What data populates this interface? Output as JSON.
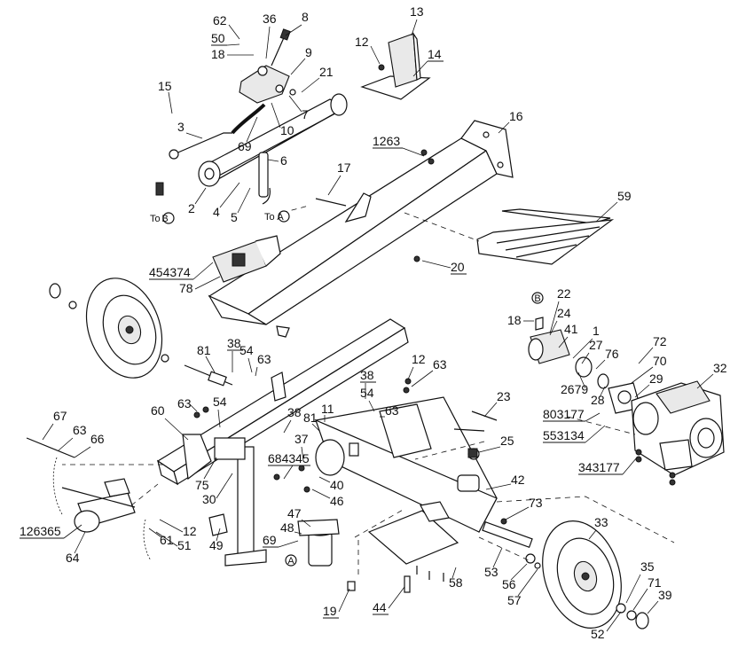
{
  "callouts": [
    {
      "id": "c62",
      "text": "62"
    },
    {
      "id": "c36",
      "text": "36"
    },
    {
      "id": "c8",
      "text": "8"
    },
    {
      "id": "c13",
      "text": "13"
    },
    {
      "id": "c50",
      "text": "50"
    },
    {
      "id": "c18a",
      "text": "18"
    },
    {
      "id": "c12a",
      "text": "12"
    },
    {
      "id": "c9",
      "text": "9"
    },
    {
      "id": "c14",
      "text": "14"
    },
    {
      "id": "c15",
      "text": "15"
    },
    {
      "id": "c21",
      "text": "21"
    },
    {
      "id": "c7",
      "text": "7"
    },
    {
      "id": "c3",
      "text": "3"
    },
    {
      "id": "c10",
      "text": "10"
    },
    {
      "id": "c16",
      "text": "16"
    },
    {
      "id": "c69a",
      "text": "69"
    },
    {
      "id": "c1263a",
      "text": "1263"
    },
    {
      "id": "c6",
      "text": "6"
    },
    {
      "id": "c17",
      "text": "17"
    },
    {
      "id": "c2",
      "text": "2"
    },
    {
      "id": "c4",
      "text": "4"
    },
    {
      "id": "c5",
      "text": "5"
    },
    {
      "id": "c59",
      "text": "59"
    },
    {
      "id": "c454374",
      "text": "454374"
    },
    {
      "id": "c20",
      "text": "20"
    },
    {
      "id": "c78",
      "text": "78"
    },
    {
      "id": "c22",
      "text": "22"
    },
    {
      "id": "c18b",
      "text": "18"
    },
    {
      "id": "c24",
      "text": "24"
    },
    {
      "id": "c1",
      "text": "1"
    },
    {
      "id": "c41",
      "text": "41"
    },
    {
      "id": "c72",
      "text": "72"
    },
    {
      "id": "c27",
      "text": "27"
    },
    {
      "id": "c76",
      "text": "76"
    },
    {
      "id": "c32",
      "text": "32"
    },
    {
      "id": "c81a",
      "text": "81"
    },
    {
      "id": "c38a",
      "text": "38"
    },
    {
      "id": "c54a",
      "text": "54"
    },
    {
      "id": "c63a",
      "text": "63"
    },
    {
      "id": "c70",
      "text": "70"
    },
    {
      "id": "c12b",
      "text": "12"
    },
    {
      "id": "c63b",
      "text": "63"
    },
    {
      "id": "c2679",
      "text": "2679"
    },
    {
      "id": "c28",
      "text": "28"
    },
    {
      "id": "c29",
      "text": "29"
    },
    {
      "id": "c38b",
      "text": "38"
    },
    {
      "id": "c54b",
      "text": "54"
    },
    {
      "id": "c63c",
      "text": "63"
    },
    {
      "id": "c23",
      "text": "23"
    },
    {
      "id": "c803177",
      "text": "803177"
    },
    {
      "id": "c553134",
      "text": "553134"
    },
    {
      "id": "c38c",
      "text": "38"
    },
    {
      "id": "c81b",
      "text": "81"
    },
    {
      "id": "c11",
      "text": "11"
    },
    {
      "id": "c60",
      "text": "60"
    },
    {
      "id": "c63d",
      "text": "63"
    },
    {
      "id": "c54c",
      "text": "54"
    },
    {
      "id": "c67",
      "text": "67"
    },
    {
      "id": "c63e",
      "text": "63"
    },
    {
      "id": "c37",
      "text": "37"
    },
    {
      "id": "c25",
      "text": "25"
    },
    {
      "id": "c66",
      "text": "66"
    },
    {
      "id": "c343177",
      "text": "343177"
    },
    {
      "id": "c684345",
      "text": "684345"
    },
    {
      "id": "c75",
      "text": "75"
    },
    {
      "id": "c40",
      "text": "40"
    },
    {
      "id": "c42",
      "text": "42"
    },
    {
      "id": "c30",
      "text": "30"
    },
    {
      "id": "c46",
      "text": "46"
    },
    {
      "id": "c73",
      "text": "73"
    },
    {
      "id": "c126365",
      "text": "126365"
    },
    {
      "id": "c47",
      "text": "47"
    },
    {
      "id": "c33",
      "text": "33"
    },
    {
      "id": "c12c",
      "text": "12"
    },
    {
      "id": "c48",
      "text": "48"
    },
    {
      "id": "c51",
      "text": "51"
    },
    {
      "id": "c49",
      "text": "49"
    },
    {
      "id": "c61",
      "text": "61"
    },
    {
      "id": "c69b",
      "text": "69"
    },
    {
      "id": "c64",
      "text": "64"
    },
    {
      "id": "c53",
      "text": "53"
    },
    {
      "id": "c35",
      "text": "35"
    },
    {
      "id": "c58",
      "text": "58"
    },
    {
      "id": "c56",
      "text": "56"
    },
    {
      "id": "c71",
      "text": "71"
    },
    {
      "id": "c57",
      "text": "57"
    },
    {
      "id": "c39",
      "text": "39"
    },
    {
      "id": "c19",
      "text": "19"
    },
    {
      "id": "c44",
      "text": "44"
    },
    {
      "id": "c52",
      "text": "52"
    }
  ],
  "connectors": {
    "to_b_label": "To",
    "to_a_label": "To",
    "marker_a": "A",
    "marker_b": "B"
  }
}
